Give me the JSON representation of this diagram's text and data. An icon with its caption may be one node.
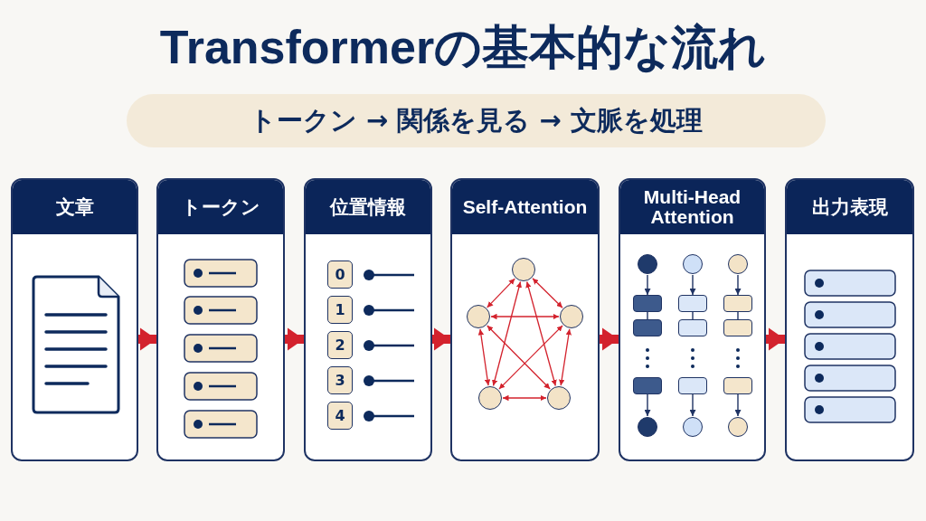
{
  "diagram": {
    "title": "Transformerの基本的な流れ",
    "nodes": [
      {
        "text": [
          "トークン → 関係を見る → 文脈を処理"
        ]
      },
      {
        "text": [
          "文章"
        ]
      },
      {
        "text": [
          "トークン"
        ]
      },
      {
        "text": [
          "位置情報"
        ]
      },
      {
        "text": [
          "0"
        ],
        "in": 3
      },
      {
        "text": [
          "1"
        ],
        "in": 3
      },
      {
        "text": [
          "2"
        ],
        "in": 3
      },
      {
        "text": [
          "3"
        ],
        "in": 3
      },
      {
        "text": [
          "4"
        ],
        "in": 3
      },
      {
        "text": [
          "Self-Attention"
        ]
      },
      {
        "text": [],
        "shape": "circle",
        "in": 9
      },
      {
        "text": [],
        "shape": "circle",
        "in": 9
      },
      {
        "text": [],
        "shape": "circle",
        "in": 9
      },
      {
        "text": [],
        "shape": "circle",
        "in": 9
      },
      {
        "text": [],
        "shape": "circle",
        "in": 9
      },
      {
        "text": [
          "Multi-Head Attention"
        ]
      },
      {
        "text": [],
        "shape": "circle",
        "in": 15
      },
      {
        "text": [],
        "shape": "box",
        "in": 15
      },
      {
        "text": [],
        "shape": "box",
        "in": 15
      },
      {
        "text": [],
        "shape": "box",
        "in": 15
      },
      {
        "text": [],
        "shape": "circle",
        "in": 15
      },
      {
        "text": [],
        "shape": "circle",
        "in": 15
      },
      {
        "text": [],
        "shape": "box",
        "in": 15
      },
      {
        "text": [],
        "shape": "box",
        "in": 15
      },
      {
        "text": [],
        "shape": "box",
        "in": 15
      },
      {
        "text": [],
        "shape": "circle",
        "in": 15
      },
      {
        "text": [],
        "shape": "circle",
        "in": 15
      },
      {
        "text": [],
        "shape": "box",
        "in": 15
      },
      {
        "text": [],
        "shape": "box",
        "in": 15
      },
      {
        "text": [],
        "shape": "box",
        "in": 15
      },
      {
        "text": [],
        "shape": "circle",
        "in": 15
      },
      {
        "text": [
          "出力表現"
        ]
      }
    ],
    "edges": [
      {
        "from": 1,
        "to": 2,
        "arrow": "to",
        "style": "thick"
      },
      {
        "from": 2,
        "to": 3,
        "arrow": "to",
        "style": "thick"
      },
      {
        "from": 3,
        "to": 9,
        "arrow": "to",
        "style": "thick"
      },
      {
        "from": 9,
        "to": 15,
        "arrow": "to",
        "style": "thick"
      },
      {
        "from": 15,
        "to": 31,
        "arrow": "to",
        "style": "thick"
      },
      {
        "from": 10,
        "to": 11,
        "arrow": "both"
      },
      {
        "from": 10,
        "to": 12,
        "arrow": "both"
      },
      {
        "from": 11,
        "to": 13,
        "arrow": "both"
      },
      {
        "from": 12,
        "to": 14,
        "arrow": "both"
      },
      {
        "from": 13,
        "to": 14,
        "arrow": "both"
      },
      {
        "from": 11,
        "to": 12,
        "arrow": "both"
      },
      {
        "from": 10,
        "to": 13,
        "arrow": "both"
      },
      {
        "from": 10,
        "to": 14,
        "arrow": "both"
      },
      {
        "from": 11,
        "to": 14,
        "arrow": "both"
      },
      {
        "from": 12,
        "to": 13,
        "arrow": "both"
      },
      {
        "from": 16,
        "to": 17,
        "arrow": "to",
        "color": "#1f3363"
      },
      {
        "from": 17,
        "to": 18,
        "arrow": "none",
        "color": "#1f3363"
      },
      {
        "from": 19,
        "to": 20,
        "arrow": "to",
        "color": "#1f3363"
      },
      {
        "from": 21,
        "to": 22,
        "arrow": "to",
        "color": "#1f3363"
      },
      {
        "from": 22,
        "to": 23,
        "arrow": "none",
        "color": "#1f3363"
      },
      {
        "from": 24,
        "to": 25,
        "arrow": "to",
        "color": "#1f3363"
      },
      {
        "from": 26,
        "to": 27,
        "arrow": "to",
        "color": "#1f3363"
      },
      {
        "from": 27,
        "to": 28,
        "arrow": "none",
        "color": "#1f3363"
      },
      {
        "from": 29,
        "to": 30,
        "arrow": "to",
        "color": "#1f3363"
      }
    ]
  }
}
